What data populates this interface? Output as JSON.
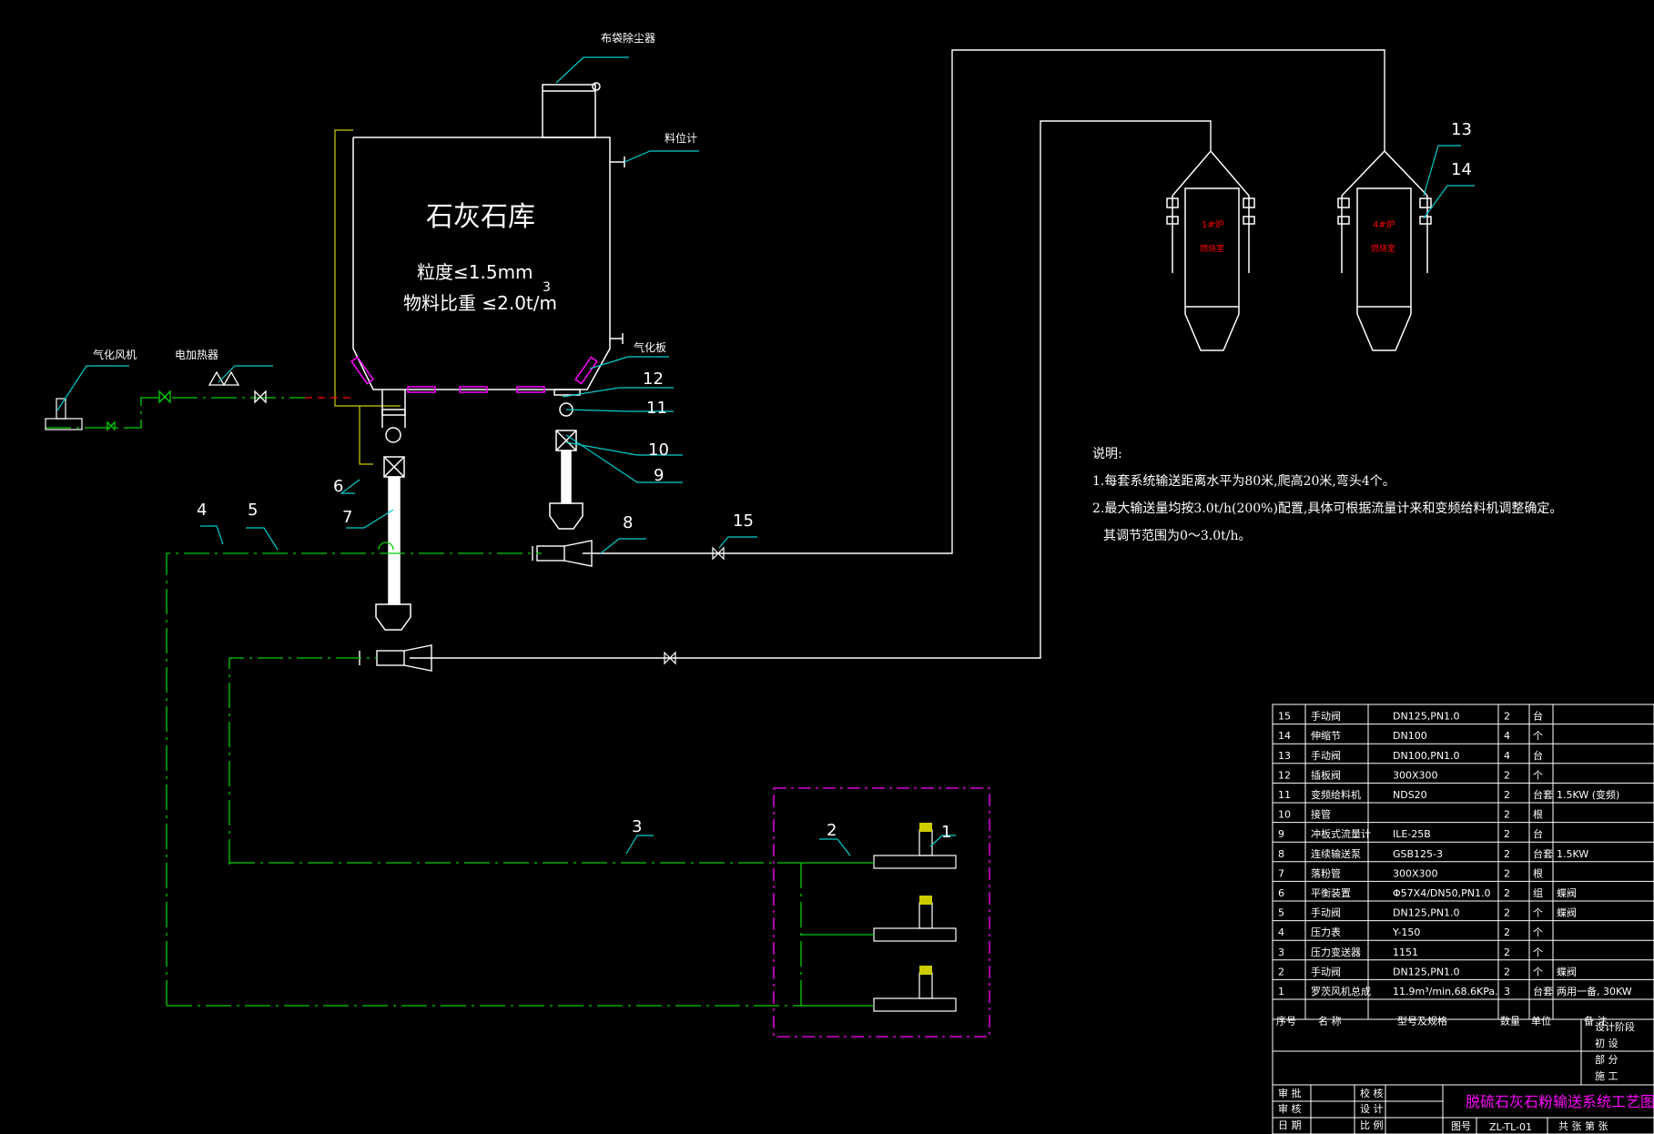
{
  "silo": {
    "title": "石灰石库",
    "spec_particle": "粒度≤1.5mm",
    "spec_density": "物料比重 ≤2.0t/m",
    "spec_density_sup": "3"
  },
  "labels": {
    "bag_filter": "布袋除尘器",
    "level_meter": "料位计",
    "aeration_plate": "气化板",
    "aeration_fan": "气化风机",
    "electric_heater": "电加热器",
    "furnace1_name": "1#炉",
    "furnace1_sub": "燃烧室",
    "furnace4_name": "4#炉",
    "furnace4_sub": "燃烧室"
  },
  "callouts": [
    "1",
    "2",
    "3",
    "4",
    "5",
    "6",
    "7",
    "8",
    "9",
    "10",
    "11",
    "12",
    "13",
    "14",
    "15"
  ],
  "notes": {
    "title": "说明:",
    "line1": "1.每套系统输送距离水平为80米,爬高20米,弯头4个。",
    "line2": "2.最大输送量均按3.0t/h(200%)配置,具体可根据流量计来和变频给料机调整确定。",
    "line3": "其调节范围为0～3.0t/h。"
  },
  "bom": {
    "rows": [
      {
        "no": "15",
        "name": "手动阀",
        "spec": "DN125,PN1.0",
        "qty": "2",
        "unit": "台",
        "remark": ""
      },
      {
        "no": "14",
        "name": "伸缩节",
        "spec": "DN100",
        "qty": "4",
        "unit": "个",
        "remark": ""
      },
      {
        "no": "13",
        "name": "手动阀",
        "spec": "DN100,PN1.0",
        "qty": "4",
        "unit": "台",
        "remark": ""
      },
      {
        "no": "12",
        "name": "插板阀",
        "spec": "300X300",
        "qty": "2",
        "unit": "个",
        "remark": ""
      },
      {
        "no": "11",
        "name": "变频给料机",
        "spec": "NDS20",
        "qty": "2",
        "unit": "台套",
        "remark": "1.5KW (变频)"
      },
      {
        "no": "10",
        "name": "接管",
        "spec": "",
        "qty": "2",
        "unit": "根",
        "remark": ""
      },
      {
        "no": "9",
        "name": "冲板式流量计",
        "spec": "ILE-25B",
        "qty": "2",
        "unit": "台",
        "remark": ""
      },
      {
        "no": "8",
        "name": "连续输送泵",
        "spec": "GSB125-3",
        "qty": "2",
        "unit": "台套",
        "remark": "1.5KW"
      },
      {
        "no": "7",
        "name": "落粉管",
        "spec": "300X300",
        "qty": "2",
        "unit": "根",
        "remark": ""
      },
      {
        "no": "6",
        "name": "平衡装置",
        "spec": "Φ57X4/DN50,PN1.0",
        "qty": "2",
        "unit": "组",
        "remark": "蝶阀"
      },
      {
        "no": "5",
        "name": "手动阀",
        "spec": "DN125,PN1.0",
        "qty": "2",
        "unit": "个",
        "remark": "蝶阀"
      },
      {
        "no": "4",
        "name": "压力表",
        "spec": "Y-150",
        "qty": "2",
        "unit": "个",
        "remark": ""
      },
      {
        "no": "3",
        "name": "压力变送器",
        "spec": "1151",
        "qty": "2",
        "unit": "个",
        "remark": ""
      },
      {
        "no": "2",
        "name": "手动阀",
        "spec": "DN125,PN1.0",
        "qty": "2",
        "unit": "个",
        "remark": "蝶阀"
      },
      {
        "no": "1",
        "name": "罗茨风机总成",
        "spec": "11.9m³/min,68.6KPa.",
        "qty": "3",
        "unit": "台套",
        "remark": "两用一备, 30KW"
      }
    ],
    "header": {
      "no": "序号",
      "name": "名 称",
      "spec": "型号及规格",
      "qty": "数量",
      "unit": "单位",
      "remark": "备 注"
    }
  },
  "titleblock": {
    "drawing_title": "脱硫石灰石粉输送系统工艺图",
    "drawing_no_label": "图号",
    "drawing_no": "ZL-TL-01",
    "sheets": "共 张 第 张",
    "stage_label": "设计阶段",
    "r1": "审 批",
    "r2": "审 核",
    "r3": "日 期",
    "c1": "校 核",
    "c2": "设 计",
    "c3": "比 例",
    "s1": "初 设",
    "s2": "部 分",
    "s3": "施 工"
  },
  "colors": {
    "pipe_air": "#00cc00",
    "pipe_main": "#ffffff",
    "leader": "#00cccc",
    "magenta": "#ff00ff",
    "yellow": "#cccc00",
    "red": "#ff0000"
  }
}
